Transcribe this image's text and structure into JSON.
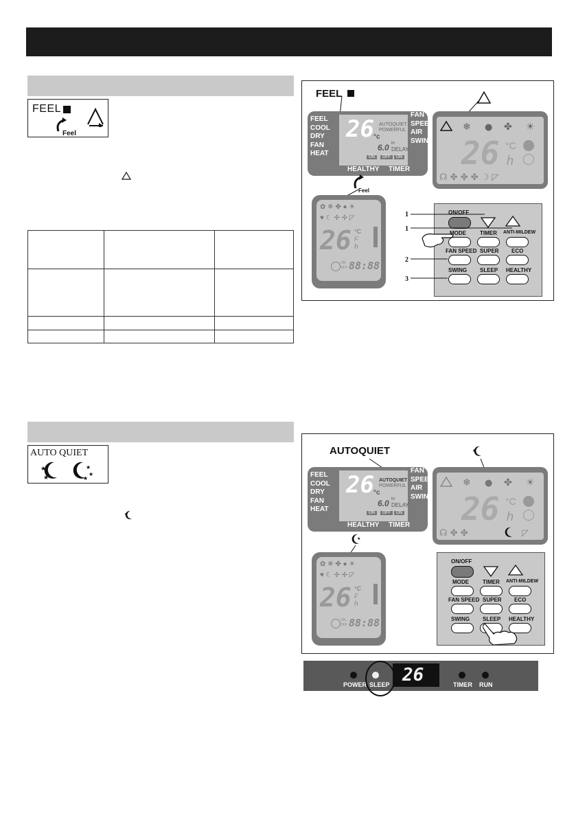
{
  "section1": {
    "icon_text": "FEEL",
    "inline_icon": "triangle-outline-icon"
  },
  "section2": {
    "icon_text": "AUTO QUIET",
    "inline_icon": "moon-stars-icon"
  },
  "fig1": {
    "callout_feel": "FEEL",
    "indoor_lcd": {
      "modes": [
        "FEEL",
        "COOL",
        "DRY",
        "FAN",
        "HEAT"
      ],
      "right": [
        "FAN",
        "SPEED",
        "AIR",
        "SWING"
      ],
      "temp": "26",
      "unit": "°c",
      "autoquiet": "AUTOQUIET",
      "powerful": "POWERFUL",
      "delay_value": "6.0",
      "delay_unit": "hr",
      "delay": "DELAY",
      "on": "ON",
      "off": "OFF",
      "on2": "ON",
      "healthy": "HEALTHY",
      "timer": "TIMER"
    },
    "remote_lcd": {
      "temp": "26",
      "unit_c": "°C",
      "unit_h": "h"
    },
    "small_remote": {
      "temp": "26",
      "unit_c": "°C",
      "unit_f": "F",
      "unit_h": "h",
      "on": "ON",
      "off": "OFF",
      "clock": "88:88"
    },
    "remote_buttons": {
      "onoff": "ON/OFF",
      "mode": "MODE",
      "timer": "TIMER",
      "anti_mildew": "ANTI-MILDEW",
      "fan_speed": "FAN SPEED",
      "super": "SUPER",
      "eco": "ECO",
      "swing": "SWING",
      "sleep": "SLEEP",
      "healthy": "HEALTHY"
    },
    "step_numbers": [
      "1",
      "1",
      "2",
      "3"
    ]
  },
  "fig2": {
    "callout_autoquiet": "AUTOQUIET",
    "indoor_lcd": {
      "modes": [
        "FEEL",
        "COOL",
        "DRY",
        "FAN",
        "HEAT"
      ],
      "right": [
        "FAN",
        "SPEED",
        "AIR",
        "SWING"
      ],
      "temp": "26",
      "unit": "°c",
      "autoquiet": "AUTOQUIET",
      "powerful": "POWERFUL",
      "delay_value": "6.0",
      "delay_unit": "hr",
      "delay": "DELAY",
      "on": "ON",
      "off": "OFF",
      "on2": "ON",
      "healthy": "HEALTHY",
      "timer": "TIMER"
    },
    "remote_lcd": {
      "temp": "26",
      "unit_c": "°C",
      "unit_h": "h"
    },
    "small_remote": {
      "temp": "26",
      "unit_c": "°C",
      "unit_f": "F",
      "unit_h": "h",
      "on": "ON",
      "off": "OFF",
      "clock": "88:88"
    },
    "remote_buttons": {
      "onoff": "ON/OFF",
      "mode": "MODE",
      "timer": "TIMER",
      "anti_mildew": "ANTI-MILDEW",
      "fan_speed": "FAN SPEED",
      "super": "SUPER",
      "eco": "ECO",
      "swing": "SWING",
      "sleep": "SLEEP",
      "healthy": "HEALTHY"
    },
    "display_strip": {
      "power": "POWER",
      "sleep": "SLEEP",
      "temp": "26",
      "timer": "TIMER",
      "run": "RUN"
    }
  },
  "colors": {
    "header_bar": "#1c1c1c",
    "section_bar": "#c9c9c9",
    "panel": "#7b7b7b",
    "lcd": "#c6c6c6"
  }
}
